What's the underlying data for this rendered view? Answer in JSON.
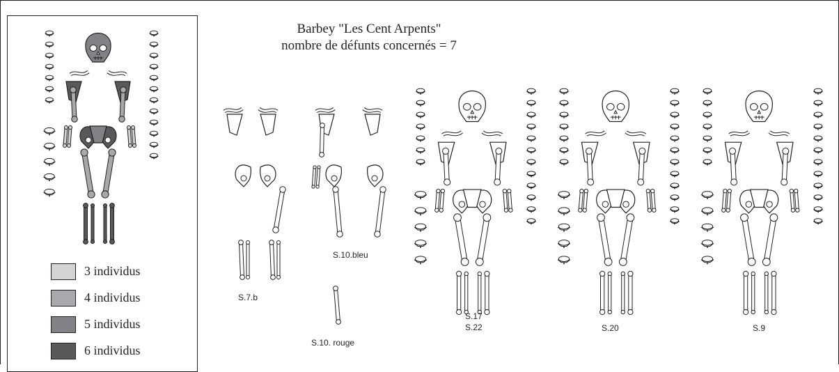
{
  "title": {
    "line1": "Barbey \"Les Cent Arpents\"",
    "line2": "nombre de défunts concernés = 7"
  },
  "legend": {
    "items": [
      {
        "label": "3 individus",
        "color": "#d1d3d4"
      },
      {
        "label": "4 individus",
        "color": "#a7a9ac"
      },
      {
        "label": "5 individus",
        "color": "#808285"
      },
      {
        "label": "6 individus",
        "color": "#58595b"
      }
    ]
  },
  "individuals": [
    {
      "id": "s7b",
      "label": "S.7.b"
    },
    {
      "id": "s10bleu",
      "label": "S.10.bleu"
    },
    {
      "id": "s10rouge",
      "label": "S.10. rouge"
    },
    {
      "id": "s17",
      "label": "S.17"
    },
    {
      "id": "s22",
      "label": "S.22"
    },
    {
      "id": "s20",
      "label": "S.20"
    },
    {
      "id": "s9",
      "label": "S.9"
    }
  ],
  "colors": {
    "line": "#231f20",
    "bone": "#ffffff"
  }
}
